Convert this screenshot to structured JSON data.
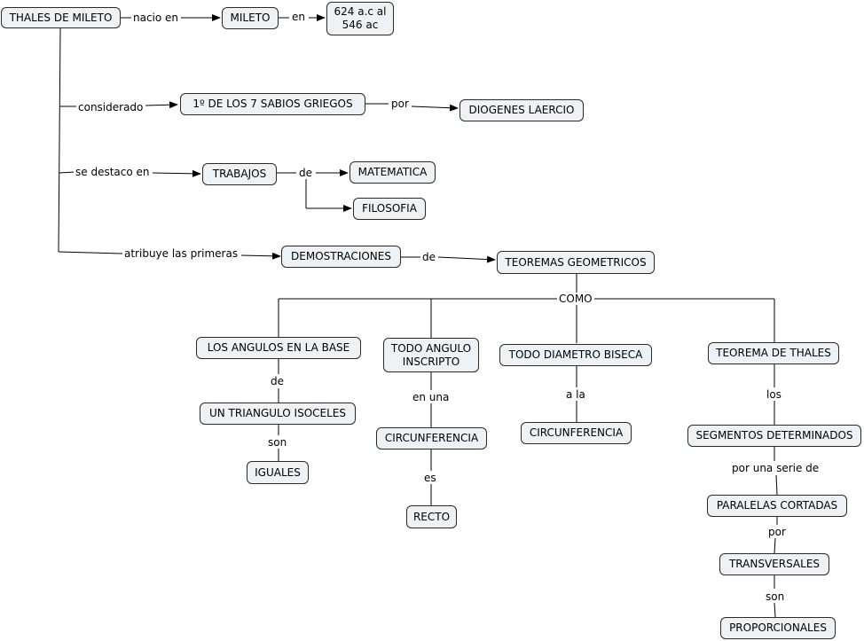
{
  "nodes": {
    "thales": "THALES DE MILETO",
    "mileto": "MILETO",
    "fecha": "624 a.c al\n546 ac",
    "sabios": "1º DE LOS 7 SABIOS GRIEGOS",
    "diogenes": "DIOGENES LAERCIO",
    "trabajos": "TRABAJOS",
    "matematica": "MATEMATICA",
    "filosofia": "FILOSOFIA",
    "demostraciones": "DEMOSTRACIONES",
    "teoremas": "TEOREMAS GEOMETRICOS",
    "angulos_base": "LOS ANGULOS EN LA BASE",
    "triangulo": "UN TRIANGULO ISOCELES",
    "iguales": "IGUALES",
    "angulo_inscripto": "TODO ANGULO\nINSCRIPTO",
    "circunferencia1": "CIRCUNFERENCIA",
    "recto": "RECTO",
    "diametro": "TODO DIAMETRO BISECA",
    "circunferencia2": "CIRCUNFERENCIA",
    "teorema_thales": "TEOREMA DE THALES",
    "segmentos": "SEGMENTOS DETERMINADOS",
    "paralelas": "PARALELAS CORTADAS",
    "transversales": "TRANSVERSALES",
    "proporcionales": "PROPORCIONALES"
  },
  "links": {
    "nacio_en": "nacio en",
    "en": "en",
    "considerado": "considerado",
    "por": "por",
    "se_destaco_en": "se destaco en",
    "de_trabajos": "de",
    "atribuye": "atribuye las primeras",
    "de_demos": "de",
    "como": "COMO",
    "de_angulos": "de",
    "son_triangulo": "son",
    "en_una": "en una",
    "es": "es",
    "a_la": "a la",
    "los": "los",
    "por_una_serie_de": "por una serie de",
    "por_paralelas": "por",
    "son_transversales": "son"
  }
}
